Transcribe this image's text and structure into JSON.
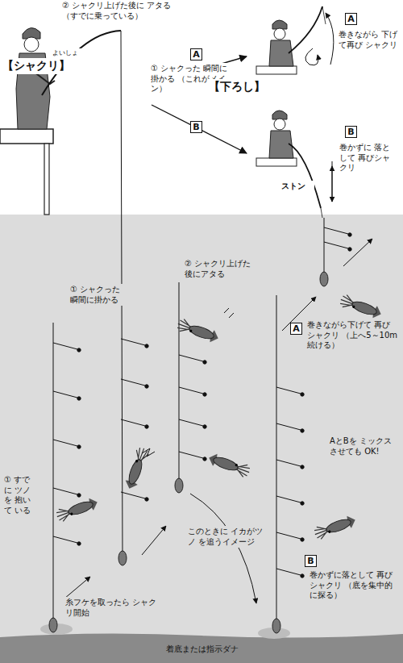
{
  "diagram": {
    "nodes": [
      {
        "text": [
          "A"
        ]
      },
      {
        "text": [
          "B"
        ]
      },
      {
        "text": [
          "A"
        ]
      },
      {
        "text": [
          "B"
        ]
      },
      {
        "text": [
          "A"
        ]
      },
      {
        "text": [
          "B"
        ]
      }
    ],
    "labels": [
      "【シャクリ】",
      "よいしょ",
      "② シャクリ上げた後に アタる（すでに乗っている）",
      "① シャクった 瞬間に掛かる （これがメイン）",
      "【下ろし】",
      "巻きながら 下げて再び シャクリ",
      "巻かずに 落として 再びシャ クリ",
      "ストン",
      "① シャクった 瞬間に掛かる",
      "② シャクリ上げた 後にアタる",
      "① すでに ツノを 抱いて いる",
      "巻きながら下げて 再びシャクリ （上へ5～10m 続ける）",
      "AとBを ミックス させても OK!",
      "このときに イカがツノ を追うイメージ",
      "巻かずに落として 再びシャクリ （底を集中的に探る）",
      "糸フケを取ったら シャクリ開始",
      "着底または指示ダナ"
    ]
  }
}
